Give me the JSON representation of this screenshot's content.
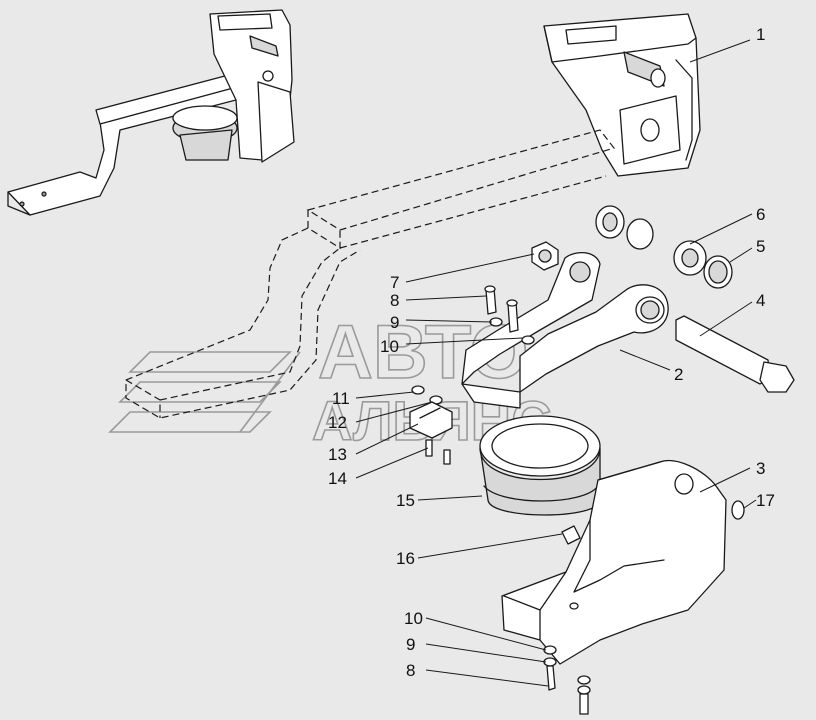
{
  "watermark": {
    "line1": "АВТО",
    "line2": "АЛЬЯНС"
  },
  "callouts": {
    "c1": "1",
    "c2": "2",
    "c3": "3",
    "c4": "4",
    "c5": "5",
    "c6": "6",
    "c7": "7",
    "c8a": "8",
    "c9a": "9",
    "c10a": "10",
    "c11": "11",
    "c12": "12",
    "c13": "13",
    "c14": "14",
    "c15": "15",
    "c16": "16",
    "c17": "17",
    "c10b": "10",
    "c9b": "9",
    "c8b": "8"
  }
}
